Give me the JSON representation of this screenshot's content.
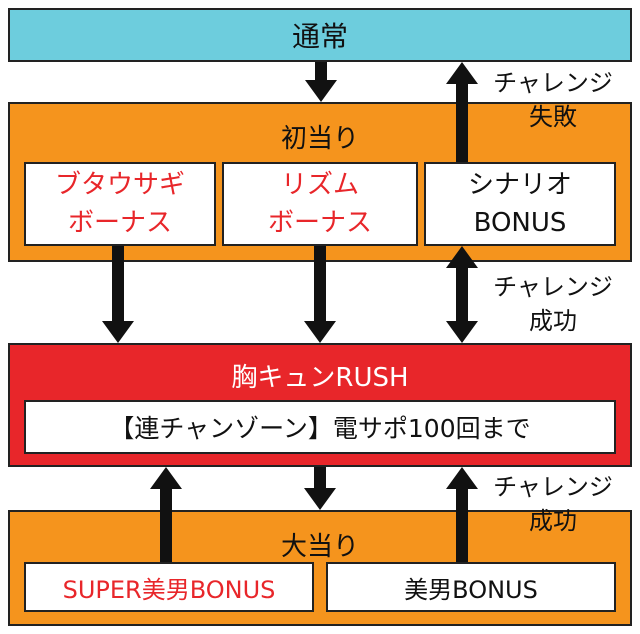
{
  "colors": {
    "normal_bg": "#6dcddd",
    "first_hit_bg": "#f5941d",
    "rush_bg": "#e8262a",
    "big_hit_bg": "#f5941d",
    "box_bg": "#ffffff",
    "red_text": "#e8262a",
    "arrow": "#111111"
  },
  "normal": {
    "title": "通常"
  },
  "first_hit": {
    "title": "初当り",
    "boxes": [
      {
        "line1": "ブタウサギ",
        "line2": "ボーナス"
      },
      {
        "line1": "リズム",
        "line2": "ボーナス"
      },
      {
        "line1": "シナリオ",
        "line2": "BONUS"
      }
    ]
  },
  "rush": {
    "title": "胸キュンRUSH",
    "subtitle": "【連チャンゾーン】電サポ100回まで"
  },
  "big_hit": {
    "title": "大当り",
    "boxes": [
      {
        "label": "SUPER美男BONUS"
      },
      {
        "label": "美男BONUS"
      }
    ]
  },
  "edge_labels": {
    "challenge_fail": {
      "line1": "チャレンジ",
      "line2": "失敗"
    },
    "challenge_success_1": {
      "line1": "チャレンジ",
      "line2": "成功"
    },
    "challenge_success_2": {
      "line1": "チャレンジ",
      "line2": "成功"
    }
  }
}
